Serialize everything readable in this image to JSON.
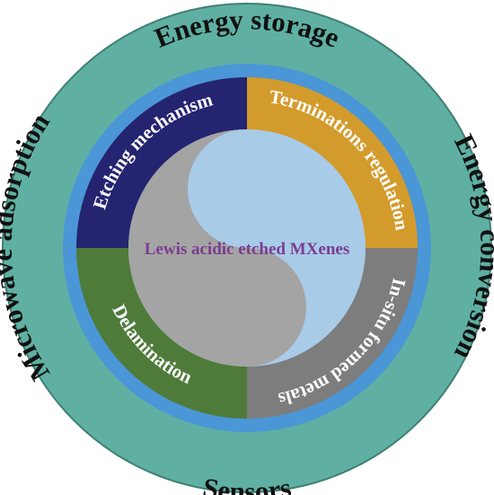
{
  "center": {
    "label": "Lewis acidic etched MXenes"
  },
  "outer_ring": {
    "top": "Energy storage",
    "right": "Energy conversion",
    "bottom": "Sensors",
    "left": "Microwave adsorption"
  },
  "segments": {
    "top_left": "Etching mechanism",
    "top_right": "Terminations regulation",
    "bottom_right": "In-situ formed metals",
    "bottom_left": "Delamination"
  },
  "colors": {
    "outer_ring": "#5fb0a2",
    "blue_band": "#4b96d6",
    "segment_top_left": "#252470",
    "segment_top_right": "#d39b2c",
    "segment_bottom_right": "#7d7d7d",
    "segment_bottom_left": "#4e7b3a",
    "yinyang_gray": "#a4a4a4",
    "yinyang_blue": "#a8cbe8",
    "center_text": "#7a3d8f"
  }
}
